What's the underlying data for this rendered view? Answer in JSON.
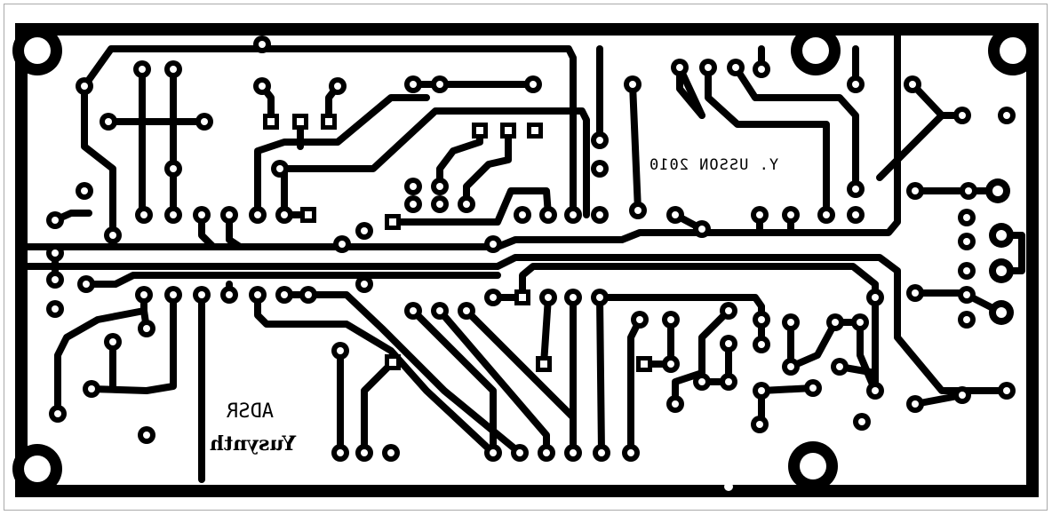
{
  "board": {
    "credit_text": "Y. USSON 2010",
    "module_name": "ADSR",
    "brand_logo": "Yusynth",
    "colors": {
      "copper": "#000000",
      "background": "#ffffff",
      "frame": "#aaaaaa"
    }
  }
}
